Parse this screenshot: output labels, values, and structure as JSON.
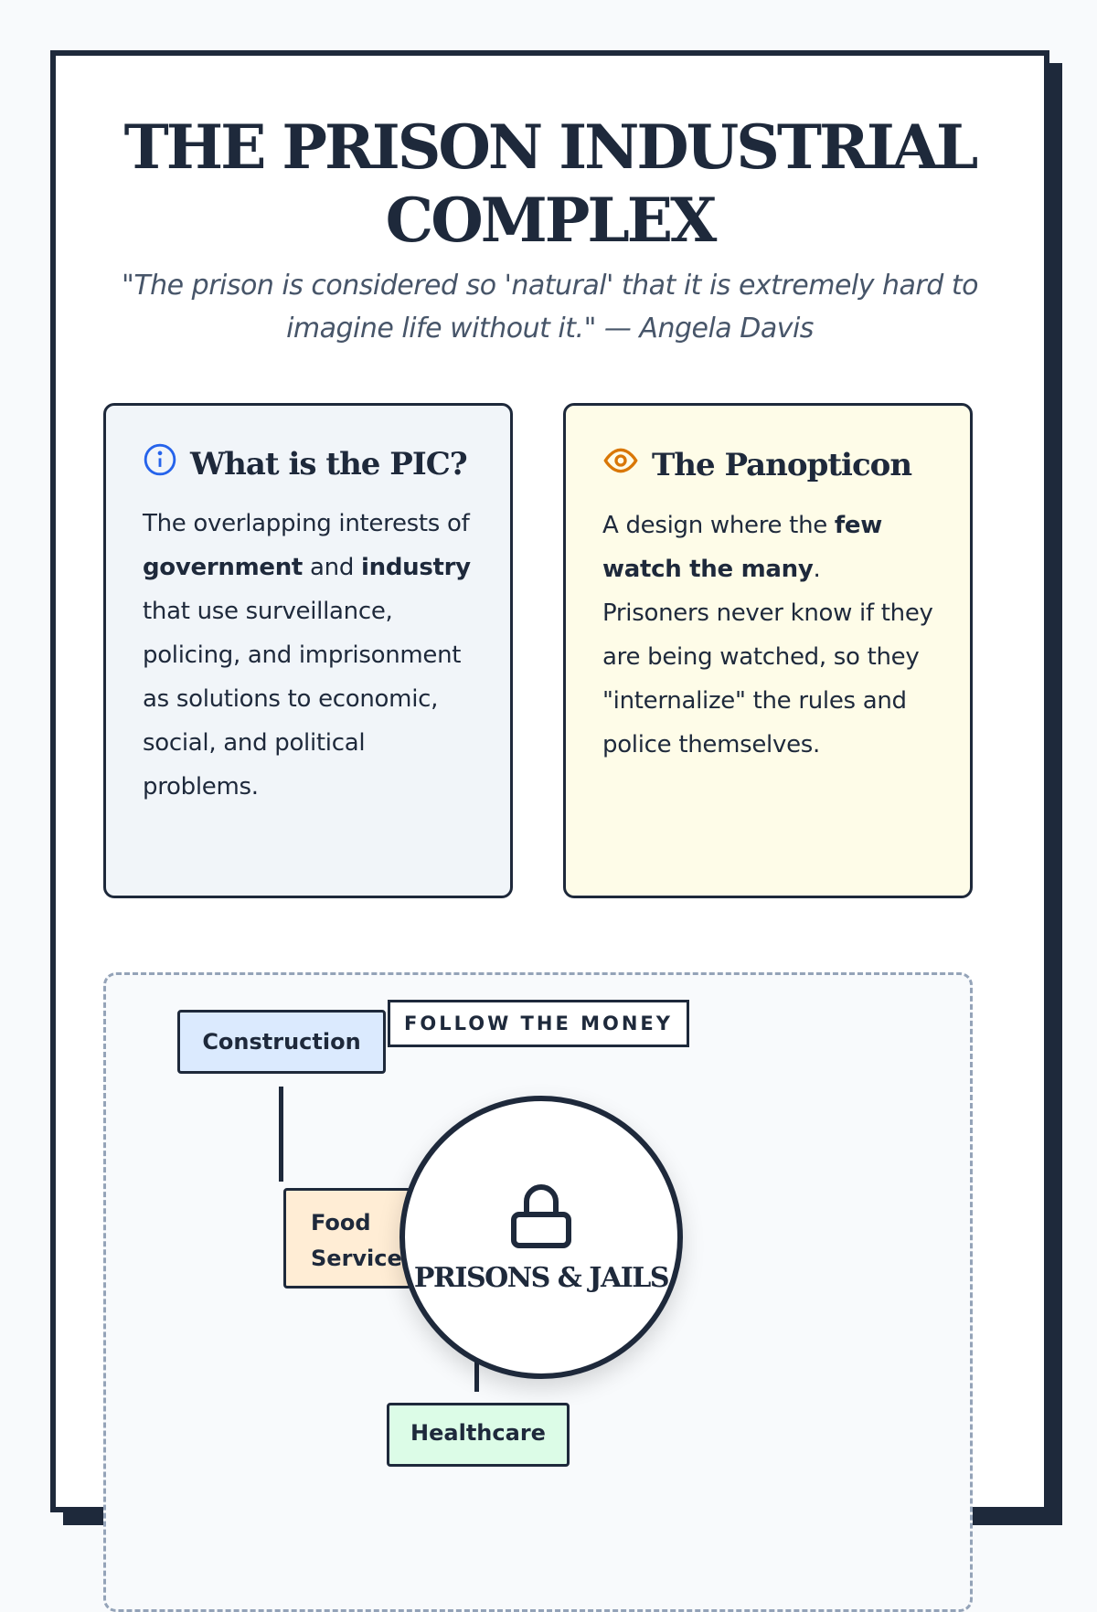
{
  "title": "THE PRISON INDUSTRIAL COMPLEX",
  "quote": "\"The prison is considered so 'natural' that it is extremely hard to imagine life without it.\" — Angela Davis",
  "cards": [
    {
      "icon": "info-icon",
      "title": "What is the PIC?",
      "parts": [
        "The overlapping interests of ",
        "government",
        " and ",
        "industry",
        " that use surveillance, policing, and imprisonment as solutions to economic, social, and political problems."
      ]
    },
    {
      "icon": "eye-icon",
      "title": "The Panopticon",
      "parts": [
        "A design where the ",
        "few watch the many",
        ". Prisoners never know if they are being watched, so they \"internalize\" the rules and police themselves."
      ]
    }
  ],
  "diagram": {
    "tag": "FOLLOW THE MONEY",
    "center": "PRISONS & JAILS",
    "center_icon": "lock-icon",
    "nodes": [
      "Construction",
      "Food Service",
      "Healthcare"
    ]
  },
  "colors": {
    "info": "#2563eb",
    "eye": "#d97706",
    "construction": "#dbeafe",
    "food": "#ffedd5",
    "health": "#dcfce7"
  }
}
